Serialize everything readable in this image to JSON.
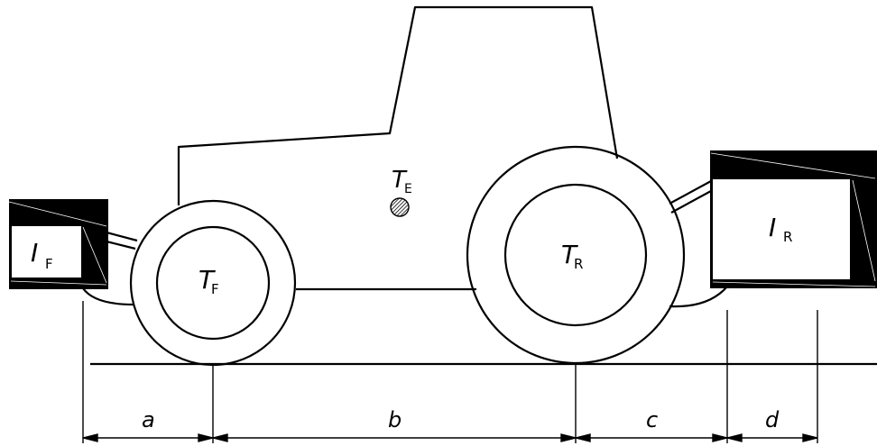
{
  "labels": {
    "front_mass": {
      "main": "I",
      "sub": "F"
    },
    "rear_mass": {
      "main": "I",
      "sub": "R"
    },
    "front_axle": {
      "main": "T",
      "sub": "F"
    },
    "rear_axle": {
      "main": "T",
      "sub": "R"
    },
    "center_of_gravity": {
      "main": "T",
      "sub": "E"
    }
  },
  "dimensions": {
    "a": "a",
    "b": "b",
    "c": "c",
    "d": "d"
  },
  "colors": {
    "stroke": "#000000",
    "fill": "#ffffff"
  }
}
